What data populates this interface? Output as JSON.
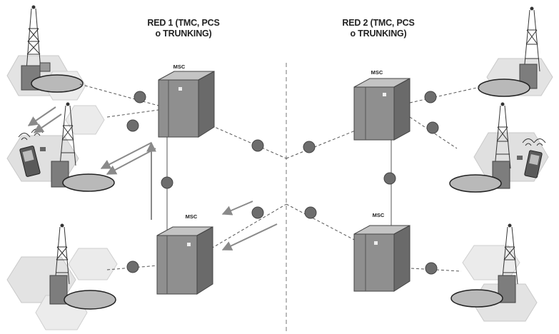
{
  "networks": {
    "red1": {
      "label_line1": "RED 1 (TMC, PCS",
      "label_line2": "o TRUNKING)"
    },
    "red2": {
      "label_line1": "RED 2 (TMC, PCS",
      "label_line2": "o TRUNKING)"
    }
  },
  "switches": {
    "red1_top": "MSC",
    "red1_bottom": "MSC",
    "red2_top": "MSC",
    "red2_bottom": "MSC"
  },
  "colors": {
    "switch_front": "#8f8f8f",
    "switch_side": "#6a6a6a",
    "switch_top": "#c4c4c4",
    "link_dot": "#6d6d6d",
    "cell": "#e3e3e3",
    "arrow": "#8a8a8a"
  }
}
